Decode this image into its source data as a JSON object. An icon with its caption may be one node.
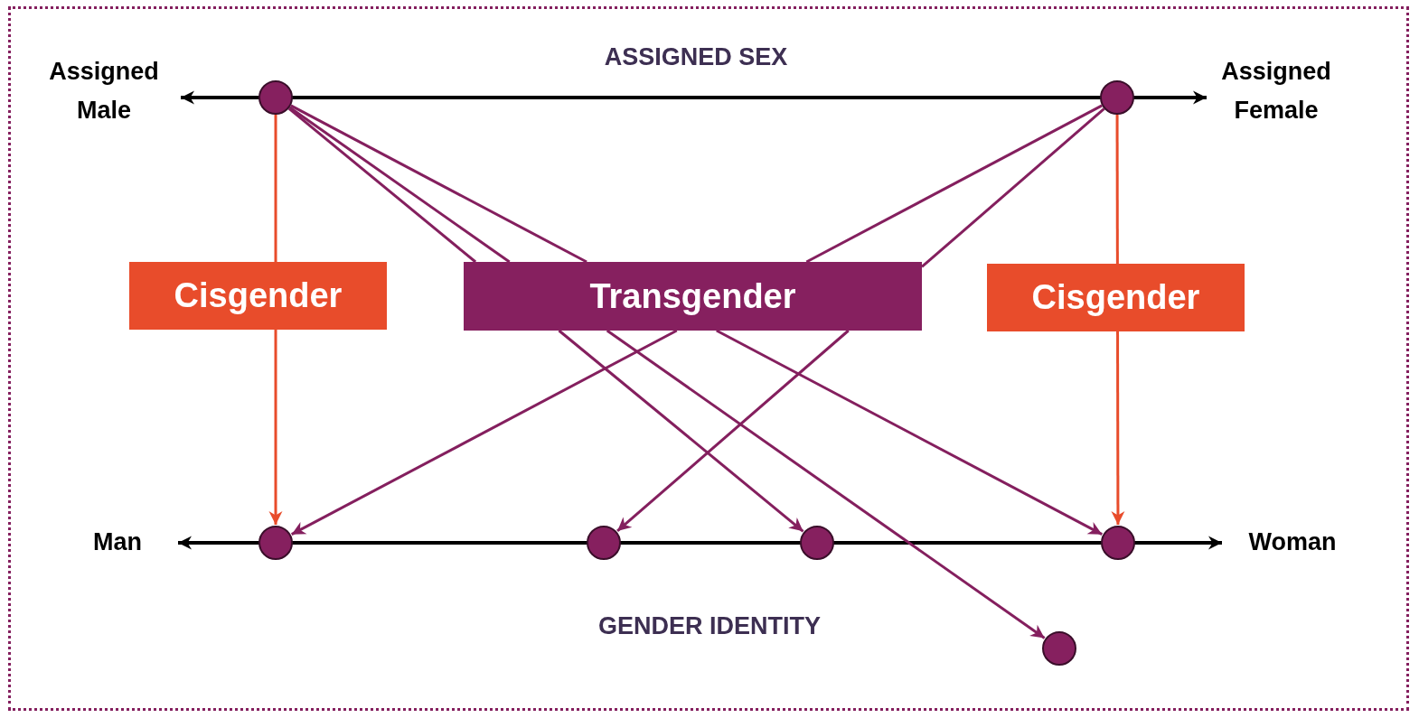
{
  "diagram": {
    "nodes": [
      {
        "text": [],
        "shape": "circle"
      },
      {
        "text": [],
        "shape": "circle"
      },
      {
        "text": [
          "Cisgender"
        ]
      },
      {
        "text": [
          "Transgender"
        ]
      },
      {
        "text": [
          "Cisgender"
        ]
      },
      {
        "text": [],
        "shape": "circle"
      },
      {
        "text": [],
        "shape": "circle"
      },
      {
        "text": [],
        "shape": "circle"
      },
      {
        "text": [],
        "shape": "circle"
      },
      {
        "text": [],
        "shape": "circle"
      }
    ],
    "edges": [
      {
        "from": 0,
        "to": 2,
        "arrow": "none",
        "color": "#e84c2b"
      },
      {
        "from": 2,
        "to": 5,
        "arrow": "to",
        "color": "#e84c2b"
      },
      {
        "from": 1,
        "to": 4,
        "arrow": "none",
        "color": "#e84c2b"
      },
      {
        "from": 4,
        "to": 8,
        "arrow": "to",
        "color": "#e84c2b"
      },
      {
        "from": 0,
        "to": 3,
        "arrow": "none"
      },
      {
        "from": 3,
        "to": 7,
        "arrow": "to"
      },
      {
        "from": 0,
        "to": 3,
        "arrow": "none"
      },
      {
        "from": 3,
        "to": 9,
        "arrow": "to"
      },
      {
        "from": 0,
        "to": 3,
        "arrow": "none"
      },
      {
        "from": 3,
        "to": 8,
        "arrow": "to"
      },
      {
        "from": 1,
        "to": 3,
        "arrow": "none"
      },
      {
        "from": 3,
        "to": 5,
        "arrow": "to"
      },
      {
        "from": 1,
        "to": 3,
        "arrow": "none"
      },
      {
        "from": 3,
        "to": 6,
        "arrow": "to"
      }
    ],
    "labels": [
      "Assigned Male",
      "ASSIGNED SEX",
      "Assigned Female",
      "Man",
      "Woman",
      "GENDER IDENTITY"
    ]
  }
}
